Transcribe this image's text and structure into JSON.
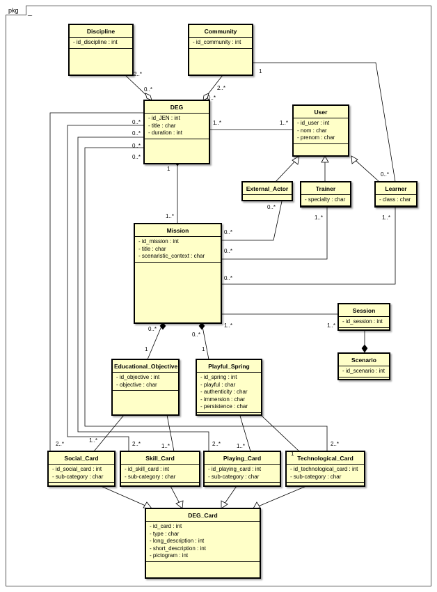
{
  "package_label": "pkg",
  "classes": {
    "discipline": {
      "name": "Discipline",
      "attrs": [
        "- id_discipline : int"
      ]
    },
    "community": {
      "name": "Community",
      "attrs": [
        "- id_community : int"
      ]
    },
    "deg": {
      "name": "DEG",
      "attrs": [
        "- id_JEN : int",
        "- title : char",
        "- duration : int"
      ]
    },
    "user": {
      "name": "User",
      "attrs": [
        "- id_user : int",
        "- nom : char",
        "- prenom : char"
      ]
    },
    "external_actor": {
      "name": "External_Actor",
      "attrs": []
    },
    "trainer": {
      "name": "Trainer",
      "attrs": [
        "- specialty : char"
      ]
    },
    "learner": {
      "name": "Learner",
      "attrs": [
        "- class : char"
      ]
    },
    "mission": {
      "name": "Mission",
      "attrs": [
        "- id_mission : int",
        "- title : char",
        "- scenaristic_context : char"
      ]
    },
    "session": {
      "name": "Session",
      "attrs": [
        "- id_session : int"
      ]
    },
    "scenario": {
      "name": "Scenario",
      "attrs": [
        "- id_scenario : int"
      ]
    },
    "educational_objective": {
      "name": "Educational_Objective",
      "attrs": [
        "- id_objective : int",
        "- objective : char"
      ]
    },
    "playful_spring": {
      "name": "Playful_Spring",
      "attrs": [
        "- id_spring : int",
        "- playful : char",
        "- authenticity : char",
        "- immersion : char",
        "- persistence : char"
      ]
    },
    "social_card": {
      "name": "Social_Card",
      "attrs": [
        "- id_social_card : int",
        "- sub-category : char"
      ]
    },
    "skill_card": {
      "name": "Skill_Card",
      "attrs": [
        "- id_skill_card : int",
        "- sub-category : char"
      ]
    },
    "playing_card": {
      "name": "Playing_Card",
      "attrs": [
        "- id_playing_card : int",
        "- sub-category : char"
      ]
    },
    "technological_card": {
      "name": "Technological_Card",
      "attrs": [
        "- id_technological_card : int",
        "- sub-category : char"
      ]
    },
    "deg_card": {
      "name": "DEG_Card",
      "attrs": [
        "- id_card : int",
        "- type : char",
        "- long_description : int",
        "- short_description : int",
        "- pictogram : int"
      ]
    }
  },
  "multiplicities": {
    "disc_2n": "2..*",
    "disc_0n": "0..*",
    "comm_2n": "2..*",
    "comm_0n": "0..*",
    "comm_1": "1",
    "deg_0n_a": "0..*",
    "deg_0n_b": "0..*",
    "deg_0n_c": "0..*",
    "deg_0n_d": "0..*",
    "deg_user_1n": "1..*",
    "user_deg_1n": "1..*",
    "deg_mission_1": "1",
    "mission_deg_1n": "1..*",
    "learner_0n": "0..*",
    "ext_0n": "0..*",
    "mission_ext_0n": "0..*",
    "trainer_1n": "1..*",
    "mission_trainer_0n": "0..*",
    "learner_1n": "1..*",
    "mission_learner_0n": "0..*",
    "mission_session_1n": "1..*",
    "session_1n": "1..*",
    "mission_edu_0n": "0..*",
    "edu_1": "1",
    "mission_ps_0n": "0..*",
    "ps_1": "1",
    "social_2n": "2..*",
    "social_1n": "1..*",
    "skill_2n": "2..*",
    "skill_1n": "1..*",
    "playing_2n": "2..*",
    "playing_1n": "1..*",
    "tech_1": "1",
    "tech_2n": "2..*"
  }
}
